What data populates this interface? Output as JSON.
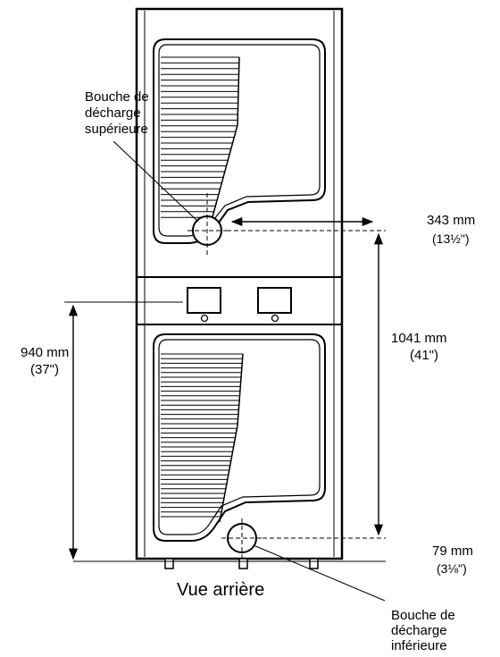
{
  "labels": {
    "upper_vent": "Bouche de\ndécharge\nsupérieure",
    "lower_vent": "Bouche de\ndécharge\ninférieure",
    "view_caption": "Vue arrière"
  },
  "dimensions": {
    "upper_offset_mm": "343 mm",
    "upper_offset_in": "(13½\")",
    "vent_spacing_mm": "1041 mm",
    "vent_spacing_in": "(41\")",
    "control_height_mm": "940 mm",
    "control_height_in": "(37\")",
    "lower_vent_mm": "79 mm",
    "lower_vent_in": "(3⅛\")"
  }
}
